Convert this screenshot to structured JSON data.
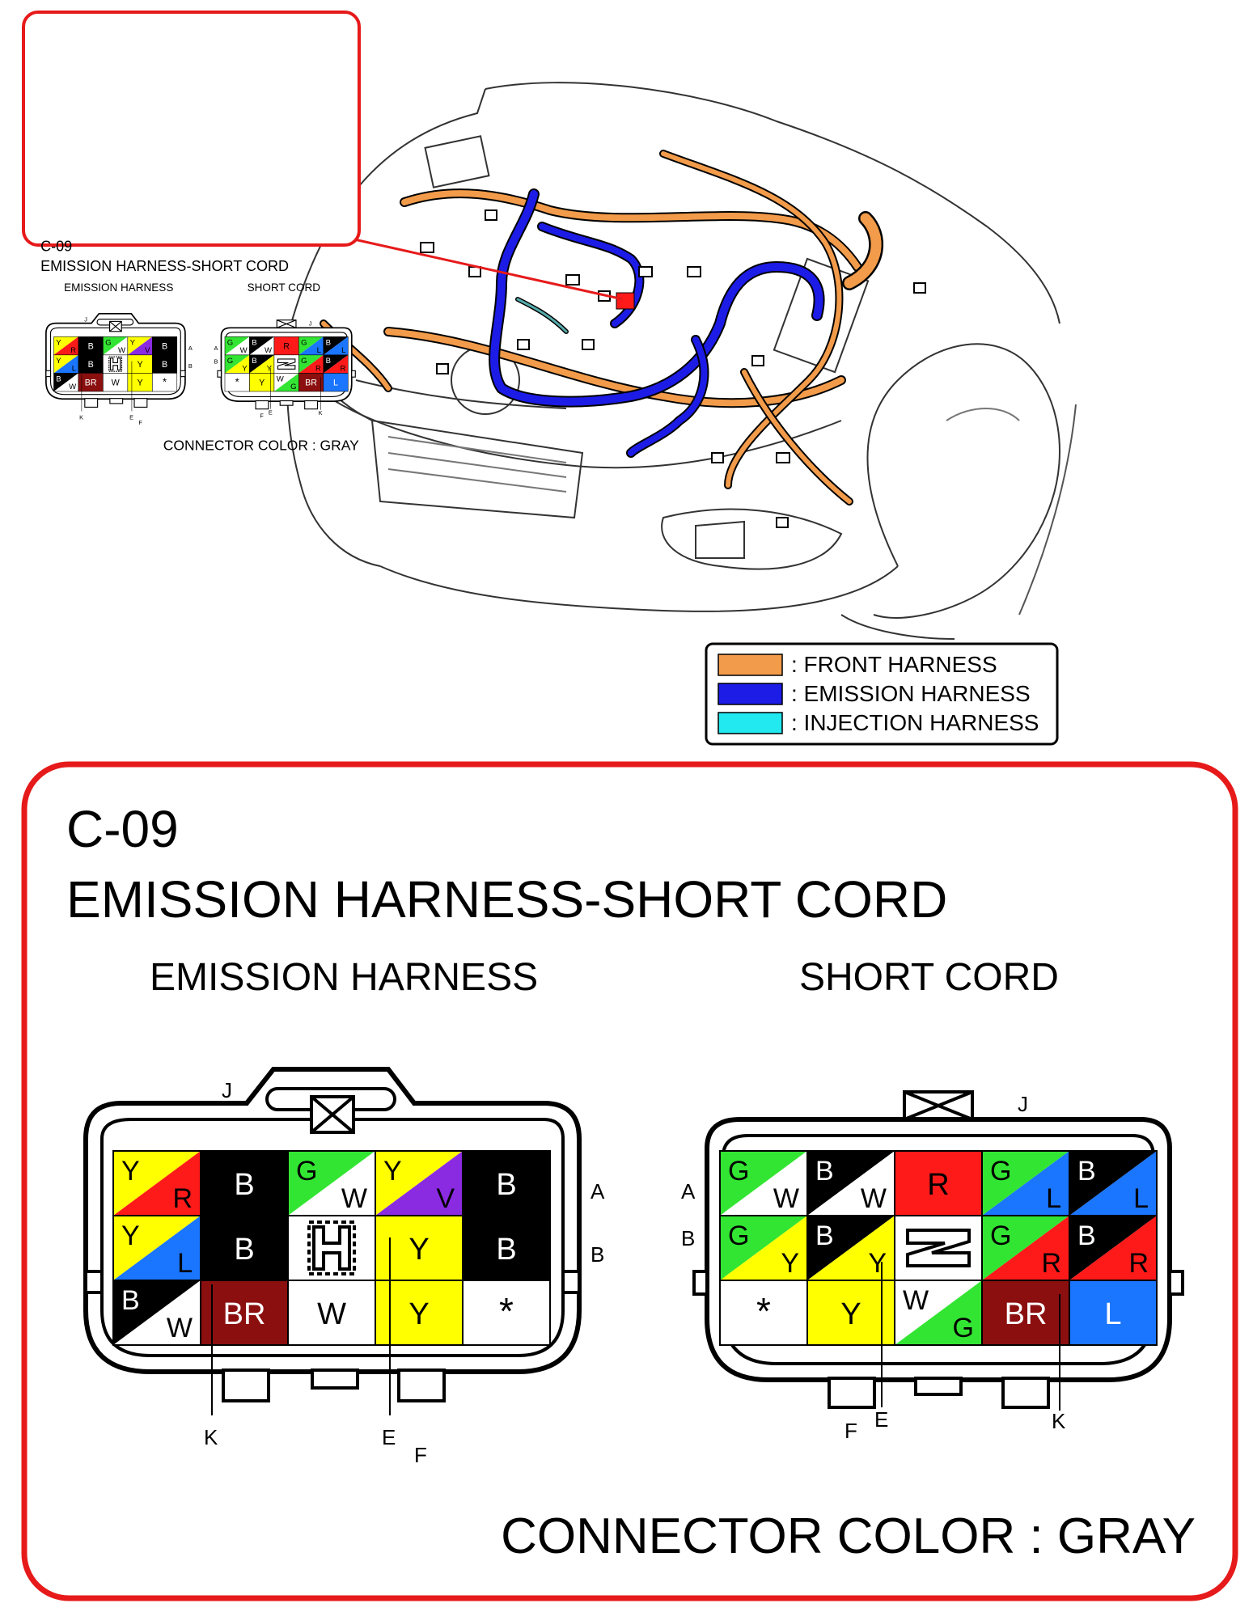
{
  "legend": {
    "items": [
      {
        "label": ": FRONT HARNESS",
        "color": "#f29b4a"
      },
      {
        "label": ": EMISSION HARNESS",
        "color": "#1c1ce6"
      },
      {
        "label": ": INJECTION HARNESS",
        "color": "#22e8ef"
      }
    ]
  },
  "connector": {
    "id": "C-09",
    "title": "EMISSION HARNESS-SHORT CORD",
    "connector_color": "CONNECTOR COLOR : GRAY",
    "left": {
      "title": "EMISSION HARNESS",
      "labels": {
        "j": "J",
        "a": "A",
        "b": "B",
        "k": "K",
        "e": "E",
        "f": "F"
      },
      "pins": [
        [
          "Y/R",
          "B",
          "G/W",
          "Y/V",
          "B"
        ],
        [
          "Y/L",
          "B",
          "H",
          "Y",
          "B"
        ],
        [
          "B/W",
          "BR",
          "W",
          "Y",
          "*"
        ]
      ]
    },
    "right": {
      "title": "SHORT CORD",
      "labels": {
        "j": "J",
        "a": "A",
        "b": "B",
        "k": "K",
        "e": "E",
        "f": "F"
      },
      "pins": [
        [
          "G/W",
          "B/W",
          "R",
          "G/L",
          "B/L"
        ],
        [
          "G/Y",
          "B/Y",
          "S",
          "G/R",
          "B/R"
        ],
        [
          "*",
          "Y",
          "W/G",
          "BR",
          "L"
        ]
      ]
    }
  },
  "wire_colors": {
    "Y": "#ffff00",
    "R": "#ff1a1a",
    "B": "#000000",
    "G": "#33e533",
    "W": "#ffffff",
    "V": "#8a2be2",
    "L": "#1a75ff",
    "BR": "#8b0f0f"
  }
}
